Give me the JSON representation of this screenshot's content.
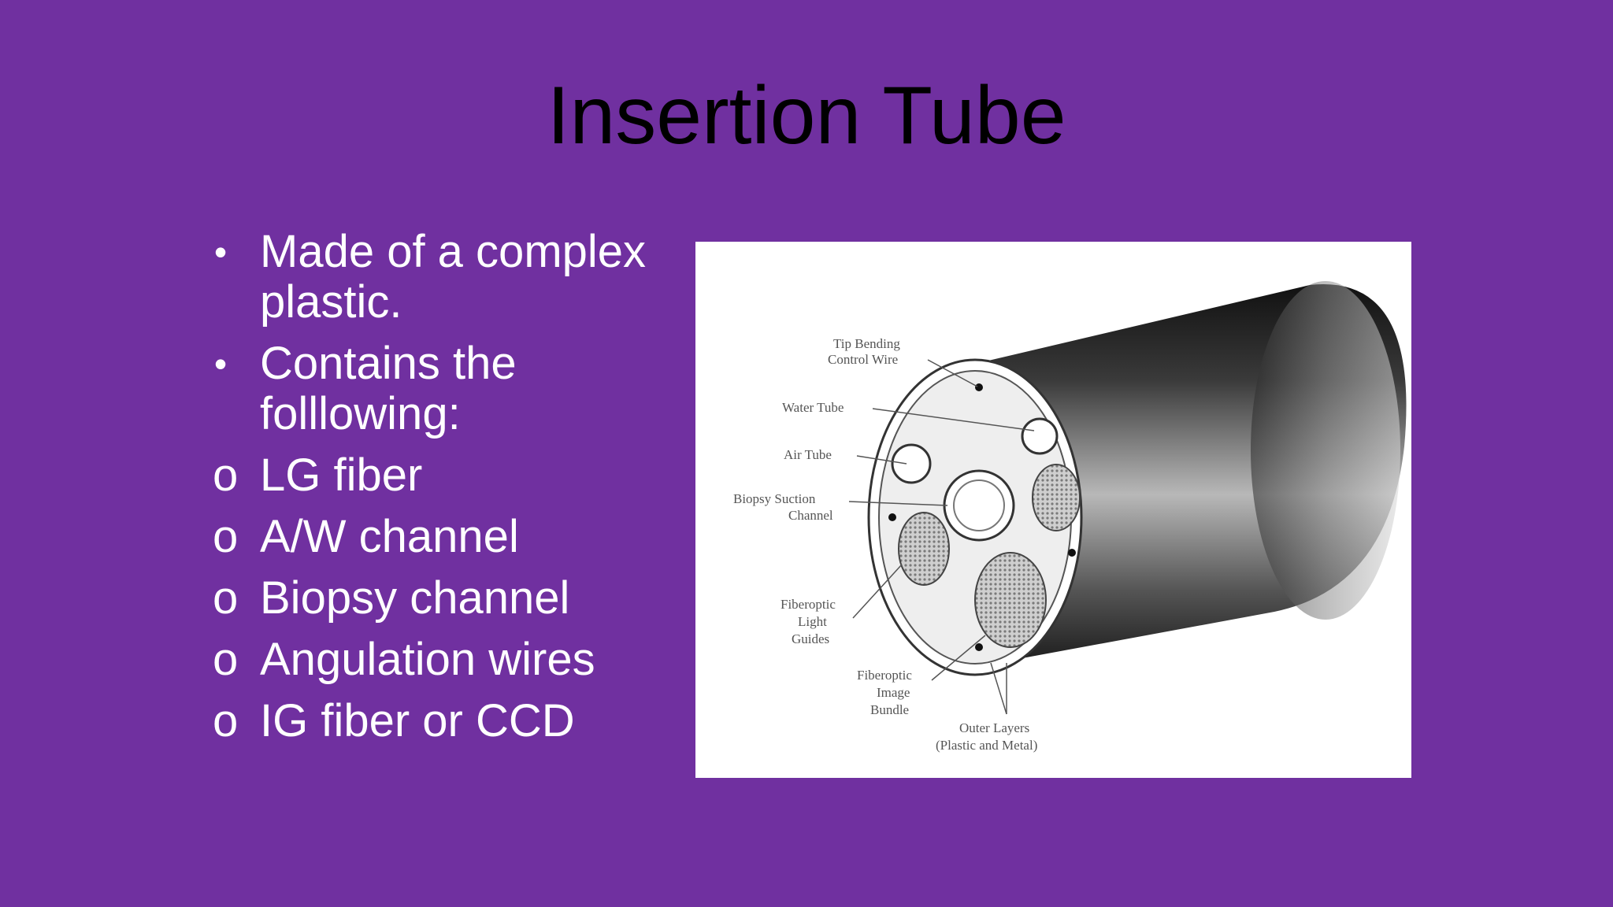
{
  "slide": {
    "title": "Insertion Tube",
    "bullets": [
      {
        "marker": "•",
        "text": "Made of a complex plastic."
      },
      {
        "marker": "•",
        "text": "Contains the folllowing:"
      }
    ],
    "sub_bullets": [
      {
        "marker": "o",
        "text": "LG fiber"
      },
      {
        "marker": "o",
        "text": "A/W channel"
      },
      {
        "marker": "o",
        "text": "Biopsy channel"
      },
      {
        "marker": "o",
        "text": "Angulation wires"
      },
      {
        "marker": "o",
        "text": "IG fiber or CCD"
      }
    ]
  },
  "figure": {
    "callouts": {
      "tip_bending_1": "Tip Bending",
      "tip_bending_2": "Control Wire",
      "water_tube": "Water Tube",
      "air_tube": "Air Tube",
      "biopsy_1": "Biopsy Suction",
      "biopsy_2": "Channel",
      "light_1": "Fiberoptic",
      "light_2": "Light",
      "light_3": "Guides",
      "image_1": "Fiberoptic",
      "image_2": "Image",
      "image_3": "Bundle",
      "outer_1": "Outer Layers",
      "outer_2": "(Plastic and Metal)"
    }
  },
  "colors": {
    "background": "#7030a0",
    "title": "#000000",
    "body_text": "#ffffff",
    "figure_bg": "#ffffff"
  }
}
